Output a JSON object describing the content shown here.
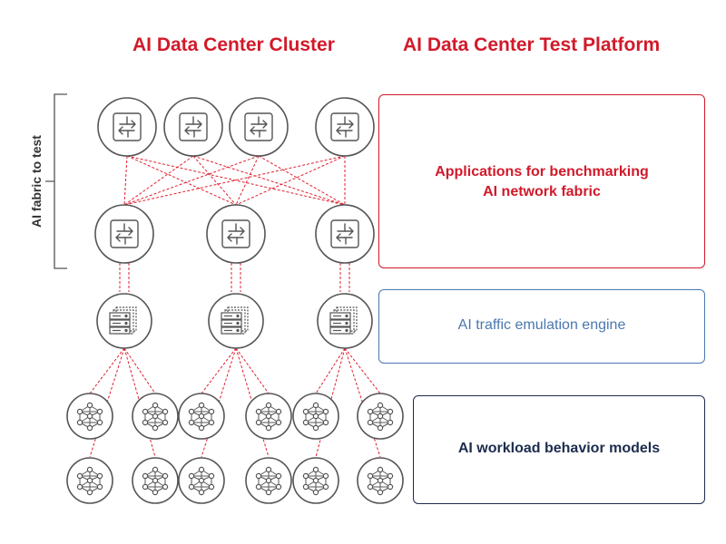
{
  "headings": {
    "cluster": "AI Data Center Cluster",
    "platform": "AI Data Center Test Platform"
  },
  "side_label": "AI fabric to test",
  "boxes": {
    "applications": [
      "Applications for benchmarking",
      "AI network fabric"
    ],
    "traffic": "AI traffic emulation engine",
    "workload": "AI workload behavior models"
  },
  "colors": {
    "accent_red": "#d11a2a",
    "traffic_blue": "#4a78b0",
    "workload_navy": "#1c2c4e",
    "node_stroke": "#555555",
    "link_red": "#e02030"
  },
  "icons": {
    "spine_switch": "switch-icon",
    "leaf_switch": "switch-icon",
    "server": "server-stack-icon",
    "workload": "neural-network-icon"
  }
}
